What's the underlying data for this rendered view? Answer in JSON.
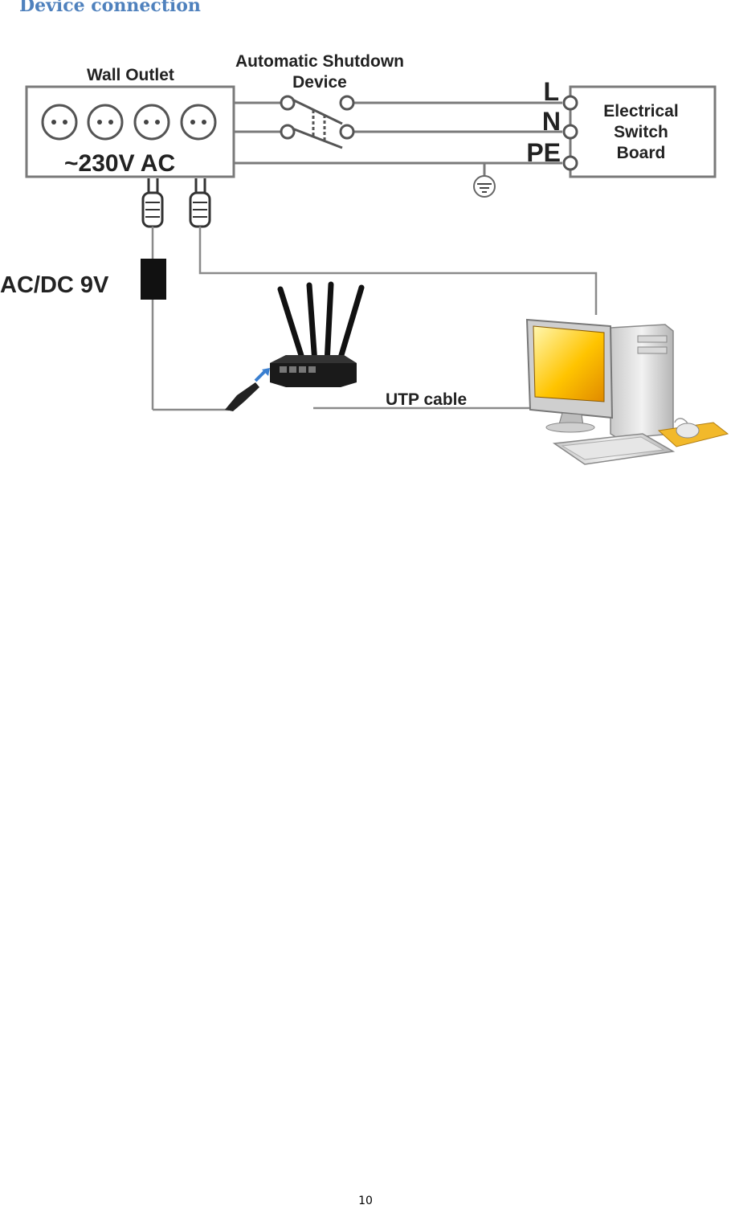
{
  "heading": "Device connection",
  "diagram": {
    "wall_outlet_label": "Wall Outlet",
    "voltage_label": "~230V AC",
    "shutdown_label_line1": "Automatic Shutdown",
    "shutdown_label_line2": "Device",
    "line_L": "L",
    "line_N": "N",
    "line_PE": "PE",
    "switchboard_line1": "Electrical",
    "switchboard_line2": "Switch",
    "switchboard_line3": "Board",
    "adapter_label": "AC/DC 9V",
    "utp_label": "UTP cable"
  },
  "page_number": "10"
}
